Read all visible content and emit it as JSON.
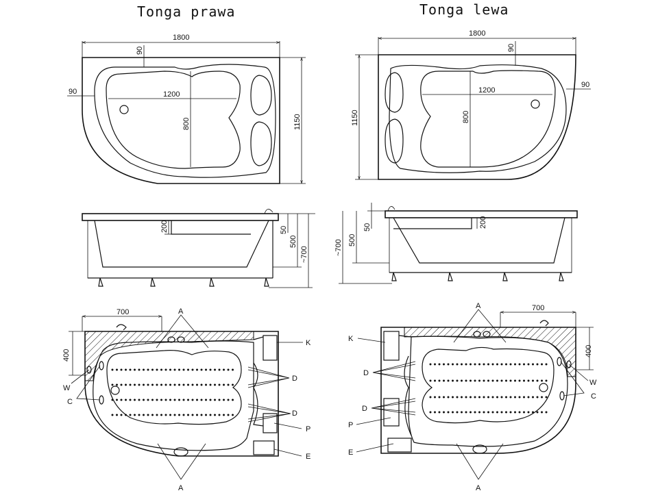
{
  "titles": {
    "right": "Tonga prawa",
    "left": "Tonga lewa"
  },
  "dims": {
    "length": "1800",
    "width": "1150",
    "rim": "90",
    "inner_len": "1200",
    "inner_w": "800",
    "step": "200",
    "rim_h": "50",
    "inner_h": "500",
    "total_h": "~700",
    "faucet_off": "700",
    "faucet_depth": "400"
  },
  "labels": {
    "a": "A",
    "k": "K",
    "d": "D",
    "w": "W",
    "c": "C",
    "p": "P",
    "e": "E"
  }
}
